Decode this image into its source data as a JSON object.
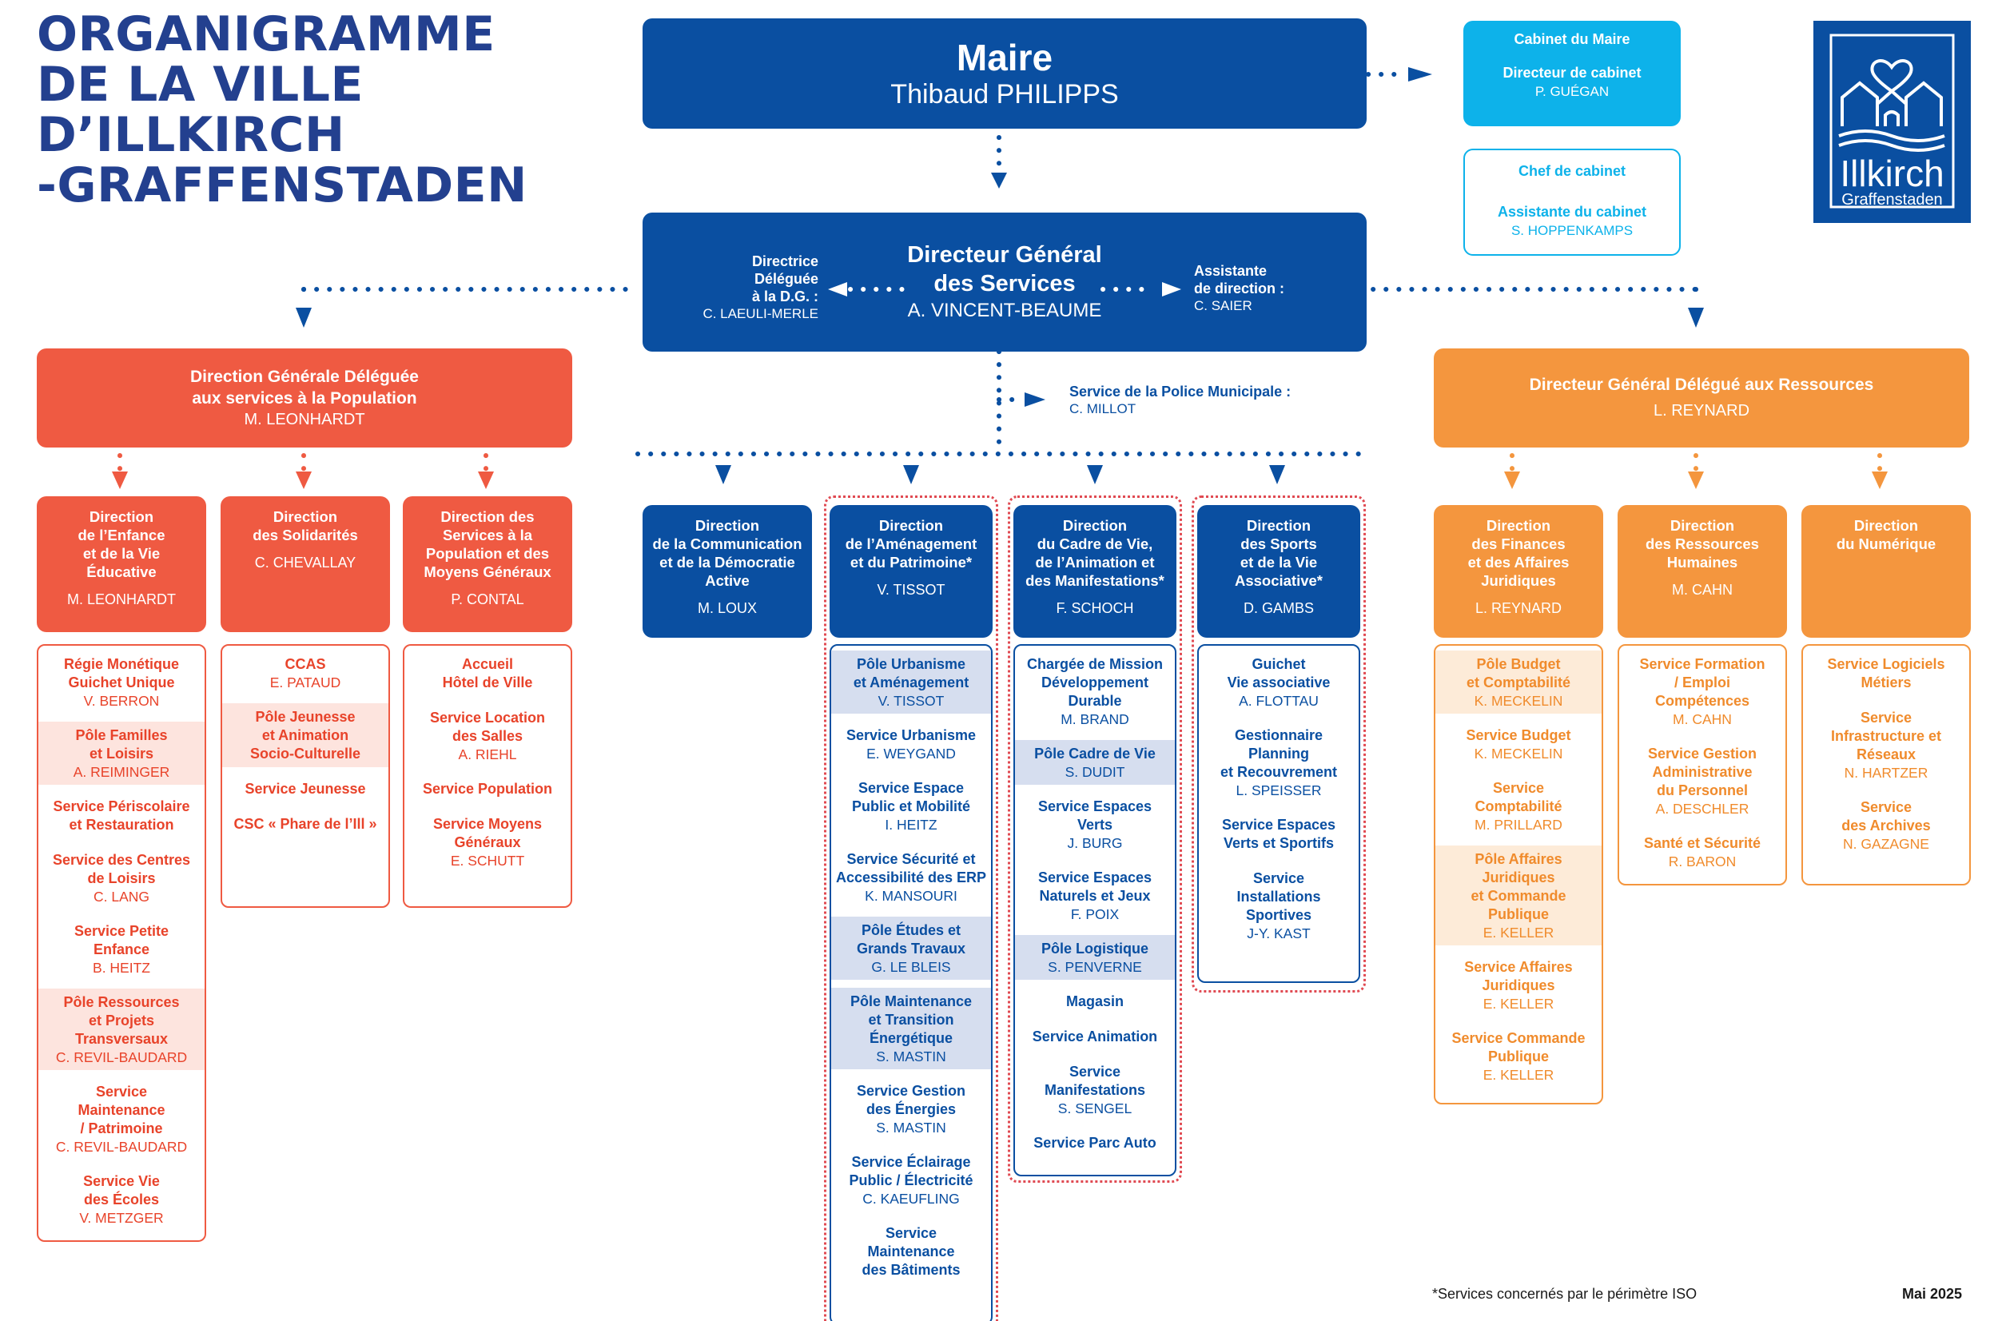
{
  "title": [
    "ORGANIGRAMME",
    "DE LA VILLE",
    "D’ILLKIRCH",
    "-GRAFFENSTADEN"
  ],
  "maire": {
    "title": "Maire",
    "name": "Thibaud PHILIPPS"
  },
  "cabinet_maire": {
    "title": "Cabinet du Maire",
    "role": "Directeur de cabinet",
    "name": "P. GUÉGAN"
  },
  "chef_cabinet": {
    "title": "Chef de cabinet",
    "role": "Assistante du cabinet",
    "name": "S. HOPPENKAMPS"
  },
  "logo": {
    "name": "Illkirch",
    "sub": "Graffenstaden"
  },
  "dgs": {
    "title": [
      "Directeur Général",
      "des Services"
    ],
    "name": "A. VINCENT-BEAUME"
  },
  "dgs_left": {
    "lines": [
      "Directrice",
      "Déléguée",
      "à la D.G. :"
    ],
    "name": "C. LAEULI-MERLE"
  },
  "dgs_right": {
    "lines": [
      "Assistante",
      "de direction :"
    ],
    "name": "C. SAIER"
  },
  "police": {
    "label": "Service de la Police Municipale :",
    "name": "C. MILLOT"
  },
  "dgd_pop": {
    "title": [
      "Direction Générale Déléguée",
      "aux services à la Population"
    ],
    "name": "M. LEONHARDT"
  },
  "dgd_res": {
    "title": "Directeur Général Délégué aux Ressources",
    "name": "L. REYNARD"
  },
  "directions": [
    {
      "title": [
        "Direction",
        "de l’Enfance",
        "et de la Vie",
        "Éducative"
      ],
      "name": "M. LEONHARDT"
    },
    {
      "title": [
        "Direction",
        "des Solidarités"
      ],
      "name": "C. CHEVALLAY"
    },
    {
      "title": [
        "Direction des",
        "Services à la",
        "Population et des",
        "Moyens Généraux"
      ],
      "name": "P. CONTAL"
    },
    {
      "title": [
        "Direction",
        "de la Communication",
        "et de la Démocratie",
        "Active"
      ],
      "name": "M. LOUX"
    },
    {
      "title": [
        "Direction",
        "de l’Aménagement",
        "et du Patrimoine*"
      ],
      "name": "V. TISSOT"
    },
    {
      "title": [
        "Direction",
        "du Cadre de Vie,",
        "de l’Animation et",
        "des Manifestations*"
      ],
      "name": "F. SCHOCH"
    },
    {
      "title": [
        "Direction",
        "des Sports",
        "et de la Vie",
        "Associative*"
      ],
      "name": "D. GAMBS"
    },
    {
      "title": [
        "Direction",
        "des Finances",
        "et des Affaires",
        "Juridiques"
      ],
      "name": "L. REYNARD"
    },
    {
      "title": [
        "Direction",
        "des Ressources",
        "Humaines"
      ],
      "name": "M. CAHN"
    },
    {
      "title": [
        "Direction",
        "du Numérique"
      ],
      "name": ""
    }
  ],
  "services": [
    [
      {
        "l": [
          "Régie Monétique",
          "Guichet Unique"
        ],
        "n": "V. BERRON",
        "h": false
      },
      {
        "l": [
          "Pôle Familles",
          "et Loisirs"
        ],
        "n": "A. REIMINGER",
        "h": true
      },
      {
        "l": [
          "Service Périscolaire",
          "et Restauration"
        ],
        "n": "",
        "h": false
      },
      {
        "l": [
          "Service des Centres",
          "de Loisirs"
        ],
        "n": "C. LANG",
        "h": false
      },
      {
        "l": [
          "Service Petite",
          "Enfance"
        ],
        "n": "B. HEITZ",
        "h": false
      },
      {
        "l": [
          "Pôle Ressources",
          "et Projets",
          "Transversaux"
        ],
        "n": "C. REVIL-BAUDARD",
        "h": true
      },
      {
        "l": [
          "Service",
          "Maintenance",
          "/ Patrimoine"
        ],
        "n": "C. REVIL-BAUDARD",
        "h": false
      },
      {
        "l": [
          "Service Vie",
          "des Écoles"
        ],
        "n": "V. METZGER",
        "h": false
      }
    ],
    [
      {
        "l": [
          "CCAS"
        ],
        "n": "E. PATAUD",
        "h": false
      },
      {
        "l": [
          "Pôle Jeunesse",
          "et Animation",
          "Socio-Culturelle"
        ],
        "n": "",
        "h": true
      },
      {
        "l": [
          "Service Jeunesse"
        ],
        "n": "",
        "h": false
      },
      {
        "l": [
          "CSC « Phare de l’Ill »"
        ],
        "n": "",
        "h": false
      }
    ],
    [
      {
        "l": [
          "Accueil",
          "Hôtel de Ville"
        ],
        "n": "",
        "h": false
      },
      {
        "l": [
          "Service Location",
          "des Salles"
        ],
        "n": "A. RIEHL",
        "h": false
      },
      {
        "l": [
          "Service Population"
        ],
        "n": "",
        "h": false
      },
      {
        "l": [
          "Service Moyens",
          "Généraux"
        ],
        "n": "E. SCHUTT",
        "h": false
      }
    ],
    [],
    [
      {
        "l": [
          "Pôle Urbanisme",
          "et Aménagement"
        ],
        "n": "V. TISSOT",
        "h": true
      },
      {
        "l": [
          "Service Urbanisme"
        ],
        "n": "E. WEYGAND",
        "h": false
      },
      {
        "l": [
          "Service Espace",
          "Public et Mobilité"
        ],
        "n": "I. HEITZ",
        "h": false
      },
      {
        "l": [
          "Service Sécurité et",
          "Accessibilité des ERP"
        ],
        "n": "K. MANSOURI",
        "h": false
      },
      {
        "l": [
          "Pôle Études et",
          "Grands Travaux"
        ],
        "n": "G. LE BLEIS",
        "h": true
      },
      {
        "l": [
          "Pôle Maintenance",
          "et Transition",
          "Énergétique"
        ],
        "n": "S. MASTIN",
        "h": true
      },
      {
        "l": [
          "Service Gestion",
          "des Énergies"
        ],
        "n": "S. MASTIN",
        "h": false
      },
      {
        "l": [
          "Service Éclairage",
          "Public / Électricité"
        ],
        "n": "C. KAEUFLING",
        "h": false
      },
      {
        "l": [
          "Service",
          "Maintenance",
          "des Bâtiments"
        ],
        "n": "",
        "h": false
      }
    ],
    [
      {
        "l": [
          "Chargée de Mission",
          "Développement",
          "Durable"
        ],
        "n": "M. BRAND",
        "h": false
      },
      {
        "l": [
          "Pôle Cadre de Vie"
        ],
        "n": "S. DUDIT",
        "h": true
      },
      {
        "l": [
          "Service Espaces",
          "Verts"
        ],
        "n": "J. BURG",
        "h": false
      },
      {
        "l": [
          "Service Espaces",
          "Naturels et Jeux"
        ],
        "n": "F. POIX",
        "h": false
      },
      {
        "l": [
          "Pôle Logistique"
        ],
        "n": "S. PENVERNE",
        "h": true
      },
      {
        "l": [
          "Magasin"
        ],
        "n": "",
        "h": false
      },
      {
        "l": [
          "Service Animation"
        ],
        "n": "",
        "h": false
      },
      {
        "l": [
          "Service",
          "Manifestations"
        ],
        "n": "S. SENGEL",
        "h": false
      },
      {
        "l": [
          "Service Parc Auto"
        ],
        "n": "",
        "h": false
      }
    ],
    [
      {
        "l": [
          "Guichet",
          "Vie associative"
        ],
        "n": "A. FLOTTAU",
        "h": false
      },
      {
        "l": [
          "Gestionnaire",
          "Planning",
          "et Recouvrement"
        ],
        "n": "L. SPEISSER",
        "h": false
      },
      {
        "l": [
          "Service Espaces",
          "Verts et Sportifs"
        ],
        "n": "",
        "h": false
      },
      {
        "l": [
          "Service",
          "Installations",
          "Sportives"
        ],
        "n": "J-Y. KAST",
        "h": false
      }
    ],
    [
      {
        "l": [
          "Pôle Budget",
          "et Comptabilité"
        ],
        "n": "K. MECKELIN",
        "h": true
      },
      {
        "l": [
          "Service Budget"
        ],
        "n": "K. MECKELIN",
        "h": false
      },
      {
        "l": [
          "Service",
          "Comptabilité"
        ],
        "n": "M. PRILLARD",
        "h": false
      },
      {
        "l": [
          "Pôle Affaires",
          "Juridiques",
          "et Commande",
          "Publique"
        ],
        "n": "E. KELLER",
        "h": true
      },
      {
        "l": [
          "Service Affaires",
          "Juridiques"
        ],
        "n": "E. KELLER",
        "h": false
      },
      {
        "l": [
          "Service Commande",
          "Publique"
        ],
        "n": "E. KELLER",
        "h": false
      }
    ],
    [
      {
        "l": [
          "Service Formation",
          "/ Emploi",
          "Compétences"
        ],
        "n": "M. CAHN",
        "h": false
      },
      {
        "l": [
          "Service Gestion",
          "Administrative",
          "du Personnel"
        ],
        "n": "A. DESCHLER",
        "h": false
      },
      {
        "l": [
          "Santé et Sécurité"
        ],
        "n": "R. BARON",
        "h": false
      }
    ],
    [
      {
        "l": [
          "Service Logiciels",
          "Métiers"
        ],
        "n": "",
        "h": false
      },
      {
        "l": [
          "Service",
          "Infrastructure et",
          "Réseaux"
        ],
        "n": "N. HARTZER",
        "h": false
      },
      {
        "l": [
          "Service",
          "des Archives"
        ],
        "n": "N. GAZAGNE",
        "h": false
      }
    ]
  ],
  "footnote": "*Services concernés par le périmètre ISO",
  "date": "Mai 2025"
}
